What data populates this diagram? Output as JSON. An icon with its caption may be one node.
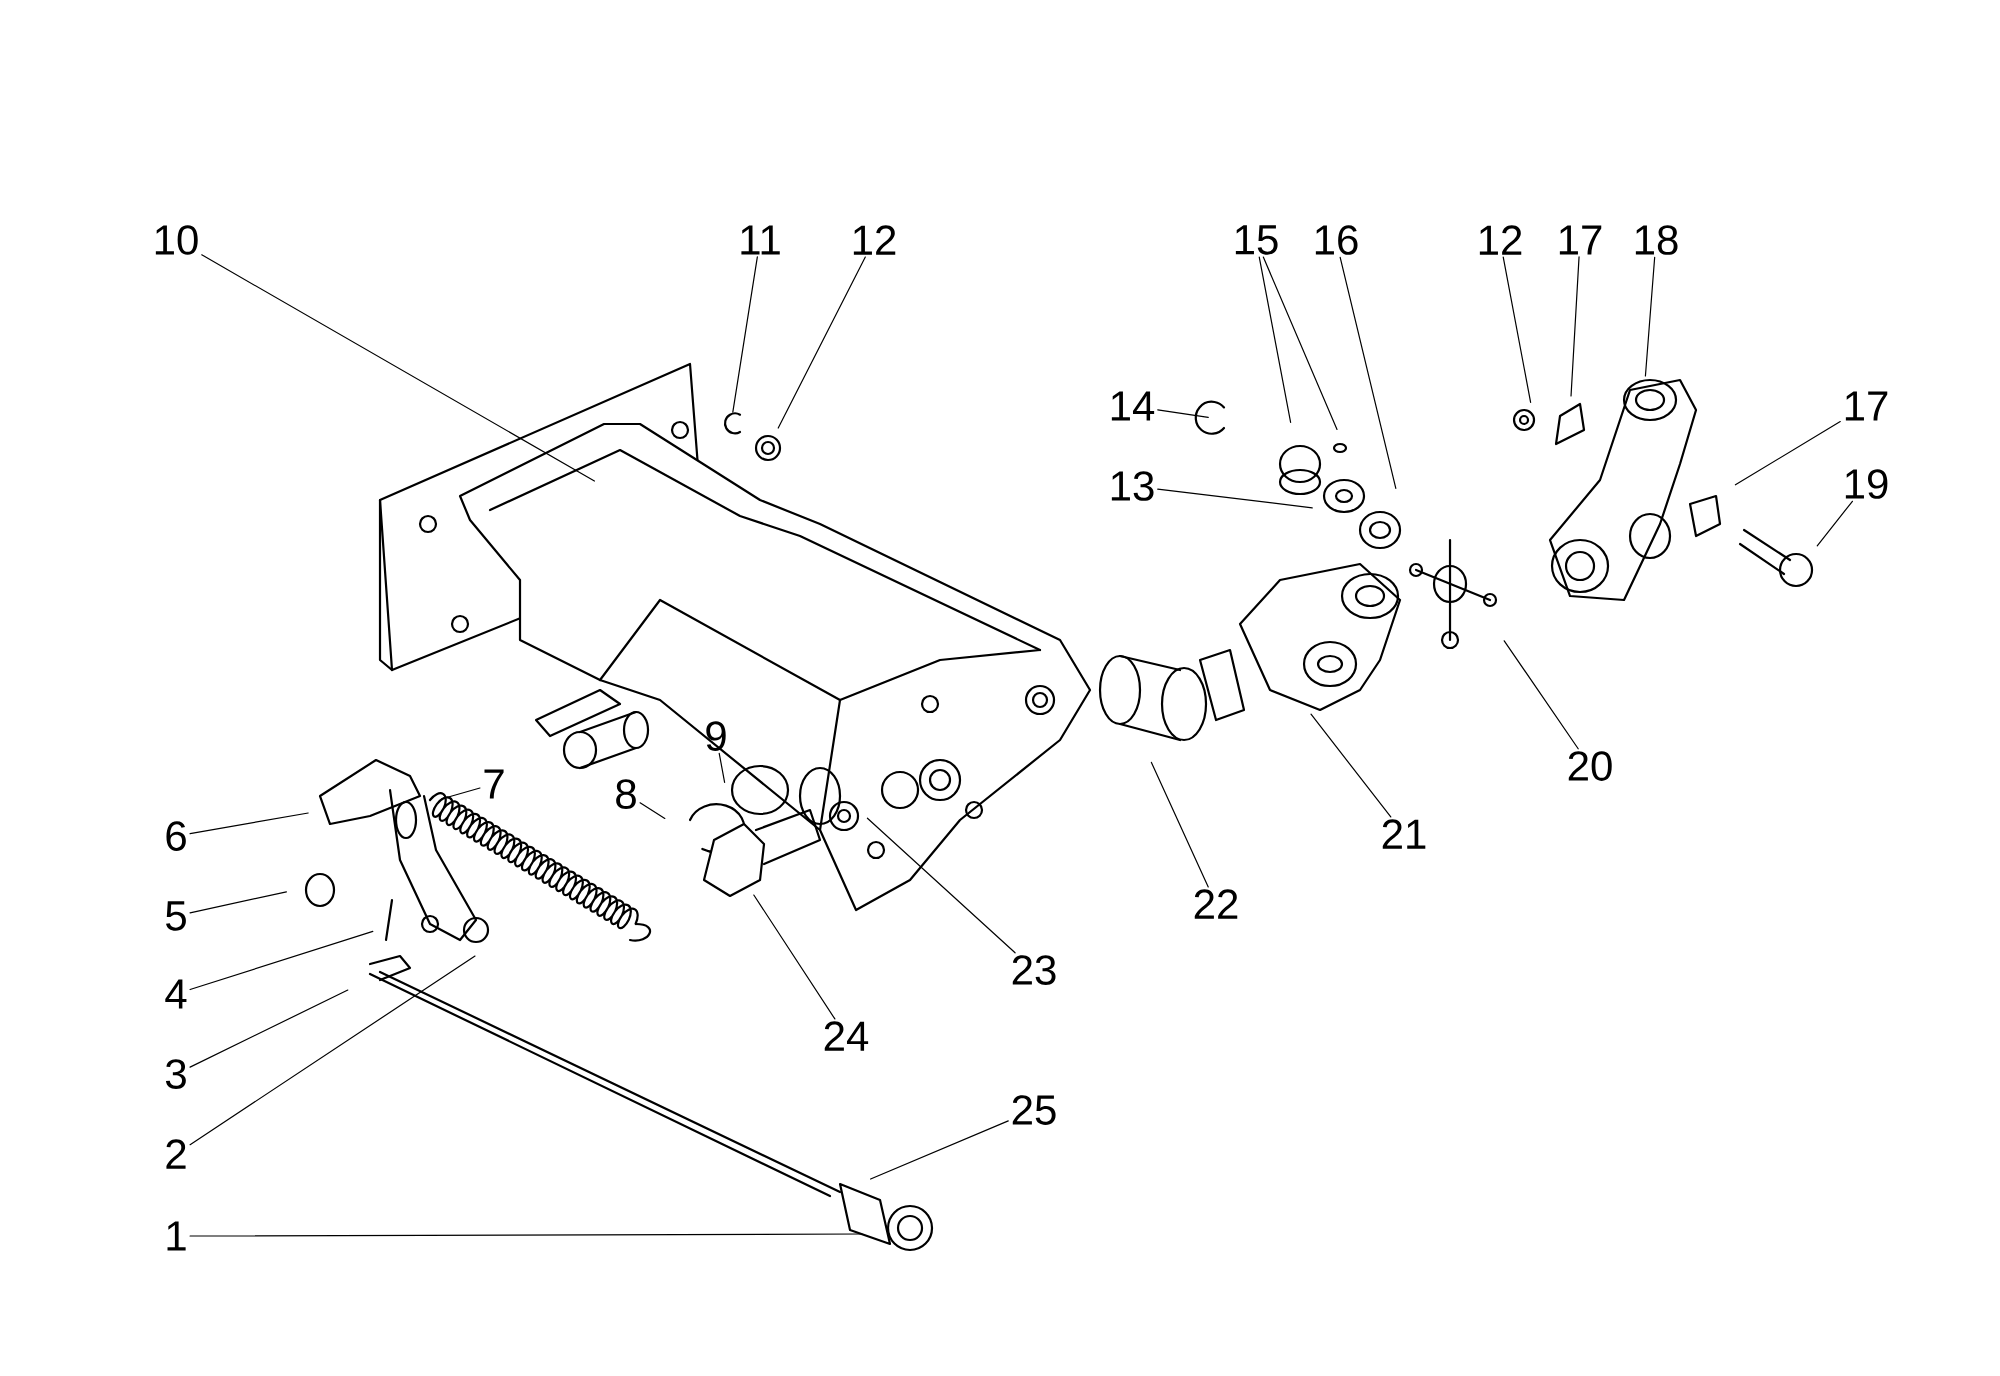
{
  "diagram": {
    "nodes": [
      {
        "text": [
          "10"
        ]
      },
      {
        "text": [
          "11"
        ]
      },
      {
        "text": [
          "12"
        ]
      },
      {
        "text": [
          "15"
        ]
      },
      {
        "text": [
          "16"
        ]
      },
      {
        "text": [
          "12"
        ]
      },
      {
        "text": [
          "17"
        ]
      },
      {
        "text": [
          "18"
        ]
      },
      {
        "text": [
          "14"
        ]
      },
      {
        "text": [
          "17"
        ]
      },
      {
        "text": [
          "13"
        ]
      },
      {
        "text": [
          "19"
        ]
      },
      {
        "text": [
          "9"
        ]
      },
      {
        "text": [
          "20"
        ]
      },
      {
        "text": [
          "7"
        ]
      },
      {
        "text": [
          "8"
        ]
      },
      {
        "text": [
          "21"
        ]
      },
      {
        "text": [
          "6"
        ]
      },
      {
        "text": [
          "22"
        ]
      },
      {
        "text": [
          "5"
        ]
      },
      {
        "text": [
          "23"
        ]
      },
      {
        "text": [
          "4"
        ]
      },
      {
        "text": [
          "24"
        ]
      },
      {
        "text": [
          "3"
        ]
      },
      {
        "text": [
          "25"
        ]
      },
      {
        "text": [
          "2"
        ]
      },
      {
        "text": [
          "1"
        ]
      }
    ],
    "edges": [
      {
        "from": 0,
        "to": null,
        "arrow": "none"
      },
      {
        "from": 1,
        "to": null,
        "arrow": "none"
      },
      {
        "from": 2,
        "to": null,
        "arrow": "none"
      },
      {
        "from": 3,
        "to": null,
        "arrow": "none"
      },
      {
        "from": 3,
        "to": null,
        "arrow": "none"
      },
      {
        "from": 4,
        "to": null,
        "arrow": "none"
      },
      {
        "from": 5,
        "to": null,
        "arrow": "none"
      },
      {
        "from": 6,
        "to": null,
        "arrow": "none"
      },
      {
        "from": 7,
        "to": null,
        "arrow": "none"
      },
      {
        "from": 8,
        "to": null,
        "arrow": "none"
      },
      {
        "from": 9,
        "to": null,
        "arrow": "none"
      },
      {
        "from": 10,
        "to": null,
        "arrow": "none"
      },
      {
        "from": 11,
        "to": null,
        "arrow": "none"
      },
      {
        "from": 12,
        "to": null,
        "arrow": "none"
      },
      {
        "from": 13,
        "to": null,
        "arrow": "none"
      },
      {
        "from": 14,
        "to": null,
        "arrow": "none"
      },
      {
        "from": 15,
        "to": null,
        "arrow": "none"
      },
      {
        "from": 16,
        "to": null,
        "arrow": "none"
      },
      {
        "from": 17,
        "to": null,
        "arrow": "none"
      },
      {
        "from": 18,
        "to": null,
        "arrow": "none"
      },
      {
        "from": 19,
        "to": null,
        "arrow": "none"
      },
      {
        "from": 20,
        "to": null,
        "arrow": "none"
      },
      {
        "from": 21,
        "to": null,
        "arrow": "none"
      },
      {
        "from": 22,
        "to": null,
        "arrow": "none"
      },
      {
        "from": 23,
        "to": null,
        "arrow": "none"
      },
      {
        "from": 24,
        "to": null,
        "arrow": "none"
      },
      {
        "from": 25,
        "to": null,
        "arrow": "none"
      },
      {
        "from": 26,
        "to": null,
        "arrow": "none"
      }
    ]
  }
}
